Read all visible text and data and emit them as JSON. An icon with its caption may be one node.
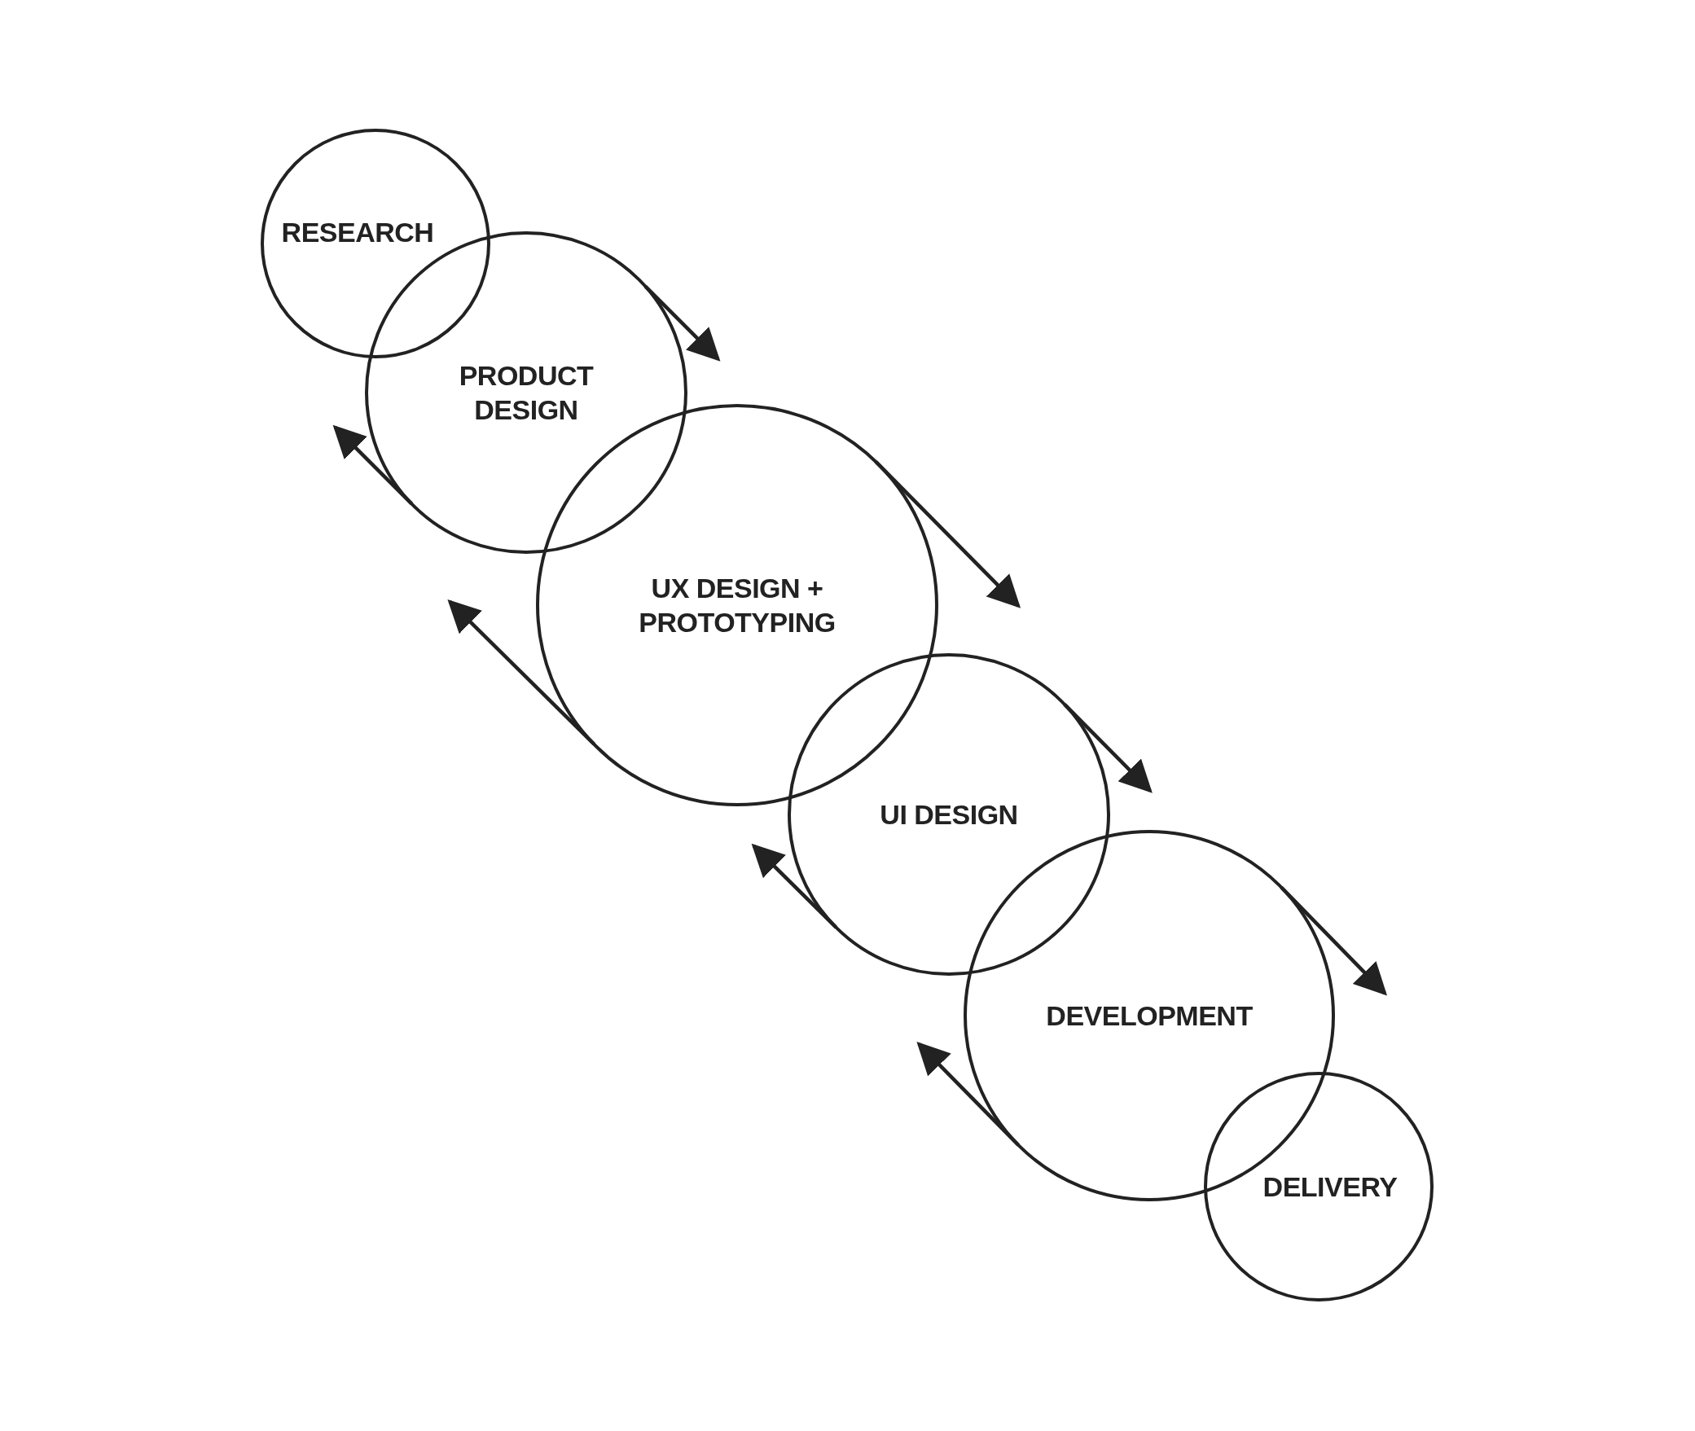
{
  "diagram": {
    "nodes": [
      {
        "text": [
          "RESEARCH"
        ]
      },
      {
        "text": [
          "PRODUCT DESIGN"
        ]
      },
      {
        "text": [
          "UX DESIGN + PROTOTYPING"
        ]
      },
      {
        "text": [
          "UI DESIGN"
        ]
      },
      {
        "text": [
          "DEVELOPMENT"
        ]
      },
      {
        "text": [
          "DELIVERY"
        ]
      }
    ],
    "edges": [
      {
        "from": 1,
        "to": null,
        "arrow": "to"
      },
      {
        "from": 1,
        "to": null,
        "arrow": "to"
      },
      {
        "from": 2,
        "to": null,
        "arrow": "to"
      },
      {
        "from": 2,
        "to": null,
        "arrow": "to"
      },
      {
        "from": 3,
        "to": null,
        "arrow": "to"
      },
      {
        "from": 3,
        "to": null,
        "arrow": "to"
      },
      {
        "from": 4,
        "to": null,
        "arrow": "to"
      },
      {
        "from": 4,
        "to": null,
        "arrow": "to"
      }
    ]
  }
}
